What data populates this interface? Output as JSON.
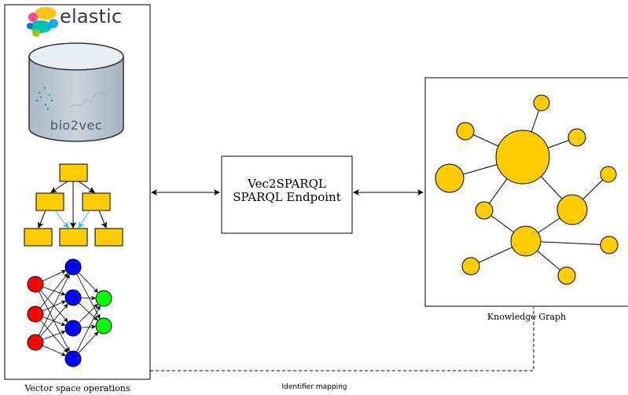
{
  "left_panel": {
    "logo_text": "elastic",
    "db_label": "bio2vec",
    "caption": "Vector space operations"
  },
  "center_box": {
    "line1": "Vec2SPARQL",
    "line2": "SPARQL Endpoint"
  },
  "right_panel": {
    "caption": "Knowledge Graph"
  },
  "connector": {
    "label": "Identifier mapping"
  },
  "colors": {
    "node_yellow": "#ffcc00",
    "box_orange": "#ffcc00",
    "nn_red": "#ff0000",
    "nn_blue": "#0000ff",
    "nn_green": "#00ff00",
    "cyan_arrow": "#33bbee",
    "cylinder_fill": "#b9c7d2"
  }
}
